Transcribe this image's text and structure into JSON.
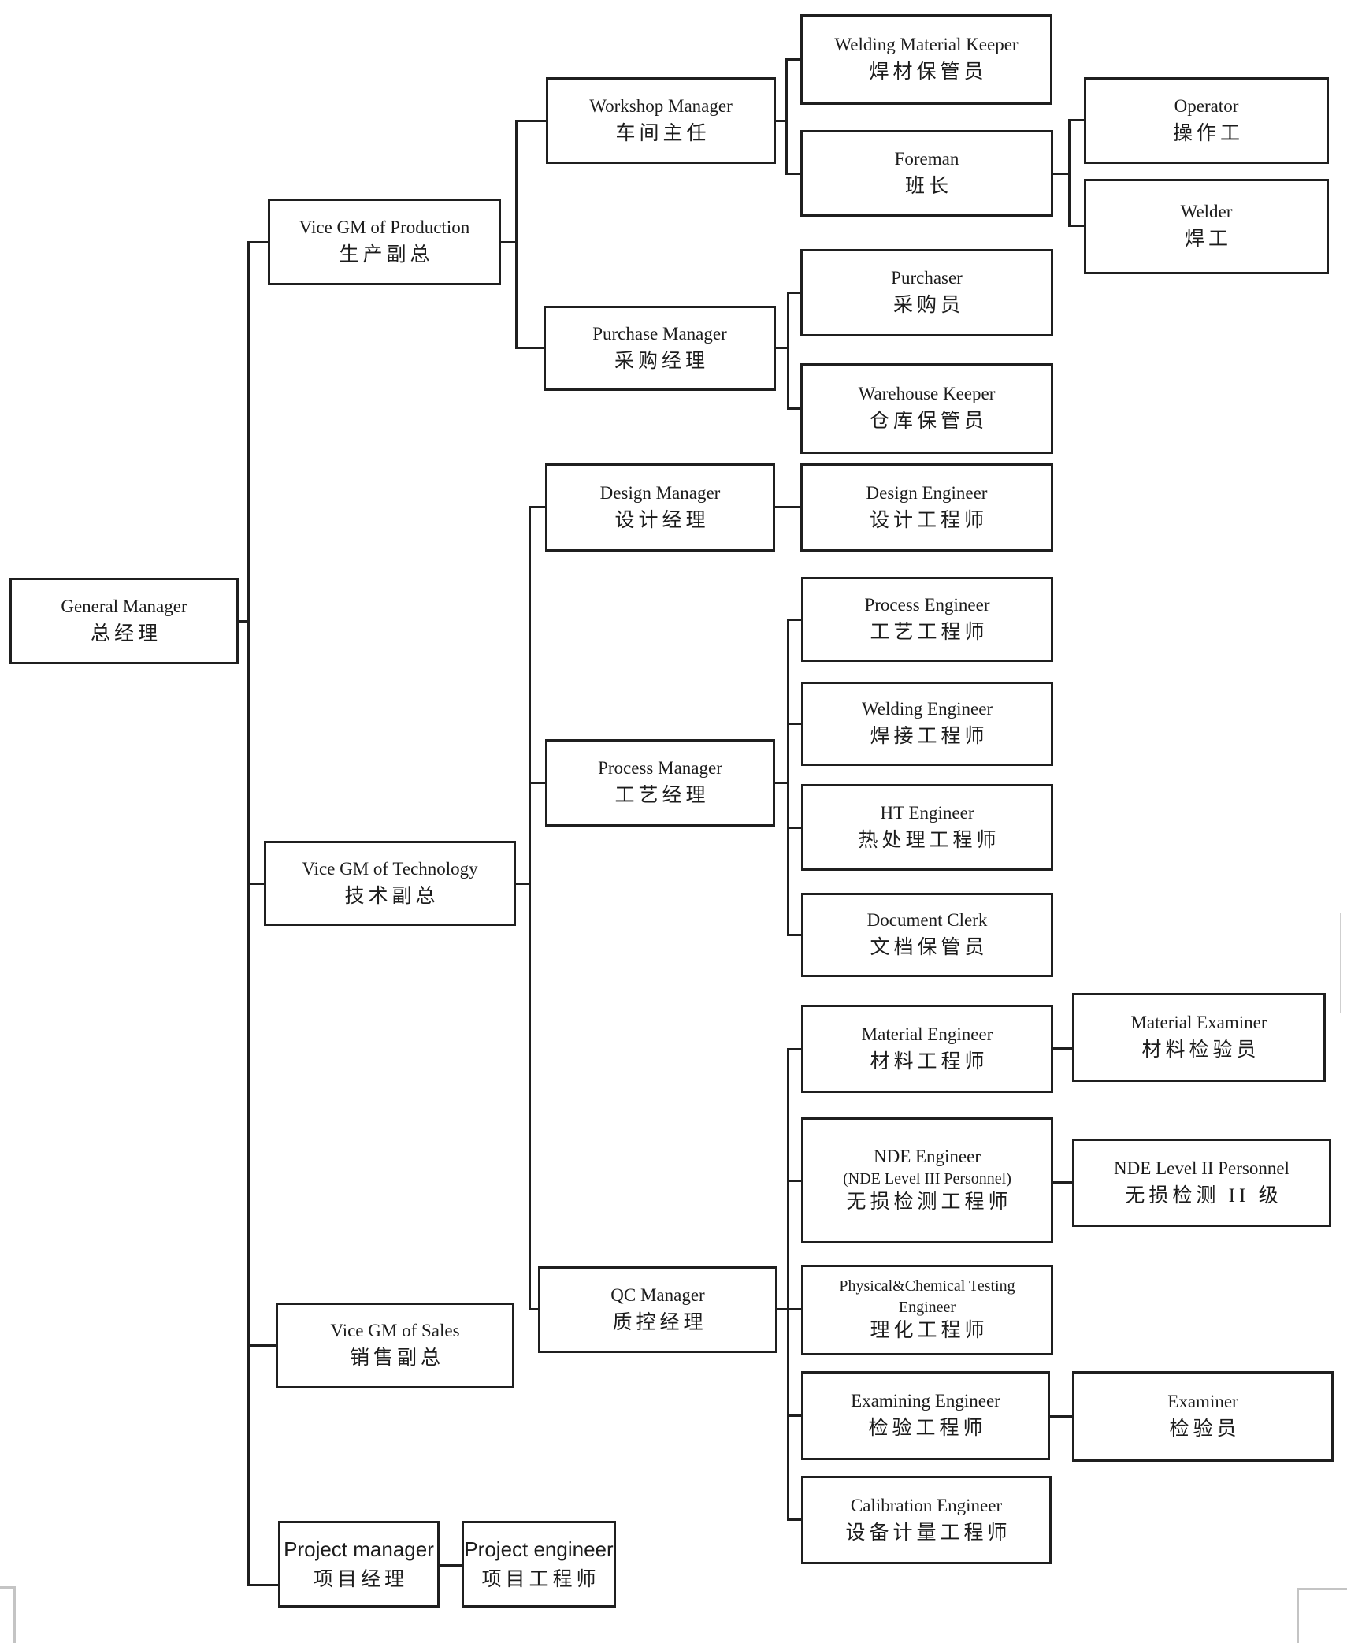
{
  "document": {
    "type": "organization-chart",
    "language": "English / Chinese"
  },
  "colors": {
    "background": "#ffffff",
    "box_border": "#1f1f1f",
    "connector_line": "#1f1f1f",
    "text": "#1c1c1c",
    "scan_artifact_gray": "#c4c4c4"
  },
  "nodes": {
    "general_manager": {
      "en": "General Manager",
      "zh": "总经理"
    },
    "vice_gm_production": {
      "en": "Vice GM of Production",
      "zh": "生产副总"
    },
    "vice_gm_technology": {
      "en": "Vice GM of Technology",
      "zh": "技术副总"
    },
    "vice_gm_sales": {
      "en": "Vice GM of Sales",
      "zh": "销售副总"
    },
    "project_manager": {
      "en": "Project manager",
      "zh": "项目经理"
    },
    "project_engineer": {
      "en": "Project engineer",
      "zh": "项目工程师"
    },
    "workshop_manager": {
      "en": "Workshop Manager",
      "zh": "车间主任"
    },
    "welding_material_keeper": {
      "en": "Welding Material Keeper",
      "zh": "焊材保管员"
    },
    "foreman": {
      "en": "Foreman",
      "zh": "班长"
    },
    "operator": {
      "en": "Operator",
      "zh": "操作工"
    },
    "welder": {
      "en": "Welder",
      "zh": "焊工"
    },
    "purchase_manager": {
      "en": "Purchase Manager",
      "zh": "采购经理"
    },
    "purchaser": {
      "en": "Purchaser",
      "zh": "采购员"
    },
    "warehouse_keeper": {
      "en": "Warehouse Keeper",
      "zh": "仓库保管员"
    },
    "design_manager": {
      "en": "Design Manager",
      "zh": "设计经理"
    },
    "design_engineer": {
      "en": "Design Engineer",
      "zh": "设计工程师"
    },
    "process_manager": {
      "en": "Process Manager",
      "zh": "工艺经理"
    },
    "process_engineer": {
      "en": "Process Engineer",
      "zh": "工艺工程师"
    },
    "welding_engineer": {
      "en": "Welding Engineer",
      "zh": "焊接工程师"
    },
    "ht_engineer": {
      "en": "HT Engineer",
      "zh": "热处理工程师"
    },
    "document_clerk": {
      "en": "Document Clerk",
      "zh": "文档保管员"
    },
    "qc_manager": {
      "en": "QC Manager",
      "zh": "质控经理"
    },
    "material_engineer": {
      "en": "Material Engineer",
      "zh": "材料工程师"
    },
    "material_examiner": {
      "en": "Material Examiner",
      "zh": "材料检验员"
    },
    "nde_engineer": {
      "en": "NDE Engineer",
      "sub": "(NDE Level III Personnel)",
      "zh": "无损检测工程师"
    },
    "nde_level_ii_personnel": {
      "en": "NDE Level II Personnel",
      "zh": "无损检测 II 级"
    },
    "physical_chemical_testing_engineer": {
      "en": "Physical&Chemical Testing",
      "sub": "Engineer",
      "zh": "理化工程师"
    },
    "examining_engineer": {
      "en": "Examining Engineer",
      "zh": "检验工程师"
    },
    "examiner": {
      "en": "Examiner",
      "zh": "检验员"
    },
    "calibration_engineer": {
      "en": "Calibration Engineer",
      "zh": "设备计量工程师"
    }
  }
}
